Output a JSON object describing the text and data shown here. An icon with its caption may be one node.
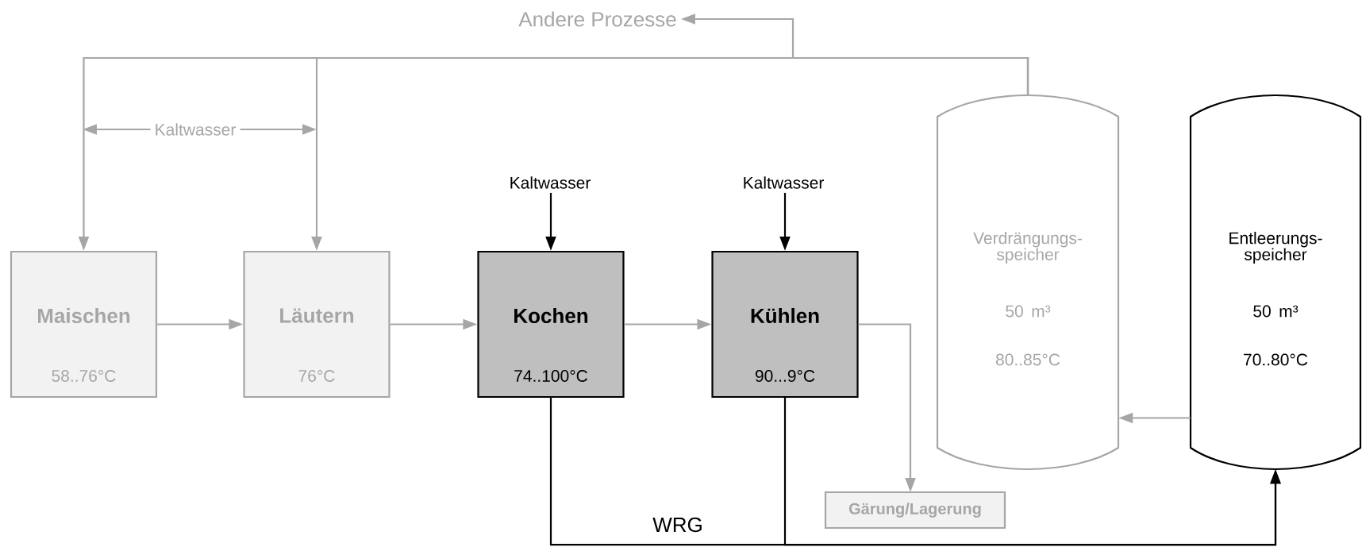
{
  "diagram": {
    "nodes": [
      {
        "text": [
          "Andere Prozesse"
        ]
      },
      {
        "text": [
          "Kaltwasser"
        ]
      },
      {
        "text": [
          "Kaltwasser"
        ]
      },
      {
        "text": [
          "Kaltwasser"
        ]
      },
      {
        "text": [
          "Maischen",
          "58..76°C"
        ]
      },
      {
        "text": [
          "Läutern",
          "76°C"
        ]
      },
      {
        "text": [
          "Kochen",
          "74..100°C"
        ]
      },
      {
        "text": [
          "Kühlen",
          "90...9°C"
        ]
      },
      {
        "text": [
          "Verdrängungs- speicher",
          "50 m³",
          "80..85°C"
        ]
      },
      {
        "text": [
          "Entleerungs- speicher",
          "50 m³",
          "70..80°C"
        ]
      },
      {
        "text": [
          "Gärung/Lagerung"
        ]
      }
    ],
    "edges": [
      {
        "from": 1,
        "to": null,
        "arrow": "to"
      },
      {
        "from": 1,
        "to": null,
        "arrow": "to"
      },
      {
        "from": 8,
        "to": 0,
        "arrow": "to"
      },
      {
        "from": 8,
        "to": 4,
        "arrow": "to"
      },
      {
        "from": 8,
        "to": 5,
        "arrow": "to"
      },
      {
        "from": 2,
        "to": 6,
        "arrow": "to",
        "color": "#000000"
      },
      {
        "from": 3,
        "to": 7,
        "arrow": "to",
        "color": "#000000"
      },
      {
        "from": 4,
        "to": 5,
        "arrow": "to"
      },
      {
        "from": 5,
        "to": 6,
        "arrow": "to"
      },
      {
        "from": 6,
        "to": 7,
        "arrow": "to"
      },
      {
        "from": 7,
        "to": 10,
        "arrow": "to"
      },
      {
        "from": 9,
        "to": 8,
        "arrow": "to"
      },
      {
        "from": 6,
        "to": 9,
        "arrow": "to",
        "color": "#000000",
        "label": "WRG"
      },
      {
        "from": 7,
        "to": 9,
        "arrow": "to",
        "color": "#000000"
      }
    ]
  }
}
